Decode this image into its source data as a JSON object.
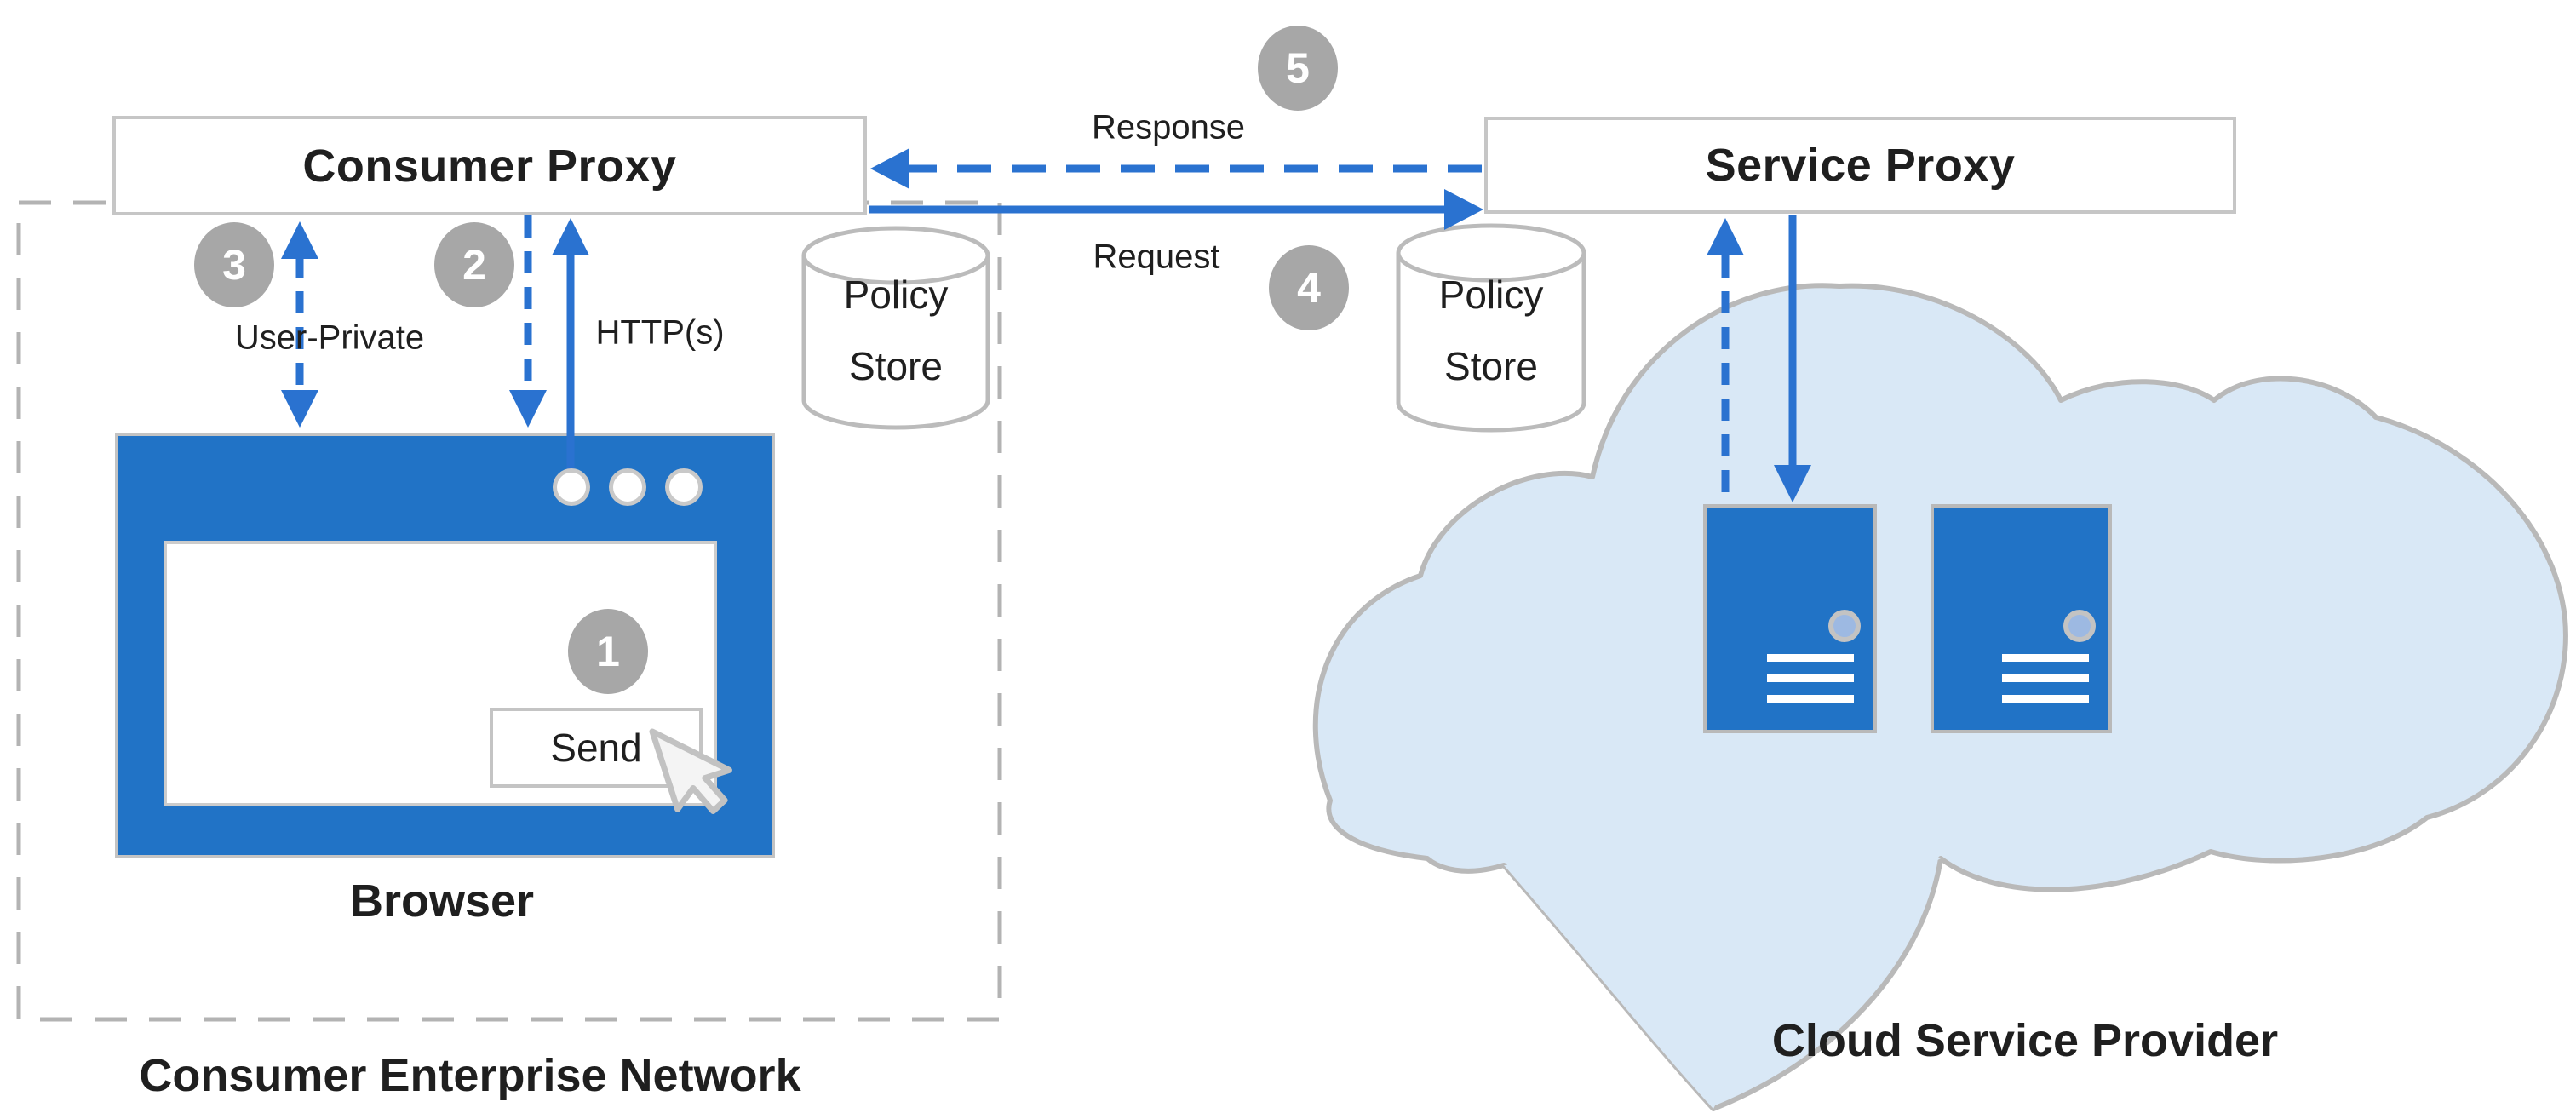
{
  "canvas": {
    "width": "3025",
    "height": "1314"
  },
  "palette": {
    "shape_blue": "#2173c6",
    "arrow_blue": "#2a72d0",
    "cloud_fill": "#d9e8f6",
    "cloud_border": "#b9b9b9",
    "badge_gray": "#a7a7a7",
    "box_border": "#c6c6c6",
    "dashed_border": "#b3b3b3",
    "text": "#1f1f1f"
  },
  "nodes": {
    "consumer_proxy": {
      "label": "Consumer Proxy"
    },
    "service_proxy": {
      "label": "Service Proxy"
    },
    "policy_store_left": {
      "line1": "Policy",
      "line2": "Store"
    },
    "policy_store_right": {
      "line1": "Policy",
      "line2": "Store"
    },
    "browser": {
      "label": "Browser",
      "send_label": "Send"
    },
    "enterprise_network": {
      "label": "Consumer Enterprise Network"
    },
    "cloud_provider": {
      "label": "Cloud Service Provider"
    }
  },
  "flows": {
    "send_click": {
      "step": "1"
    },
    "proxy_forward": {
      "step": "2"
    },
    "user_private": {
      "step": "3",
      "label": "User-Private"
    },
    "http": {
      "label": "HTTP(s)"
    },
    "request": {
      "step": "4",
      "label": "Request"
    },
    "response": {
      "step": "5",
      "label": "Response"
    }
  }
}
